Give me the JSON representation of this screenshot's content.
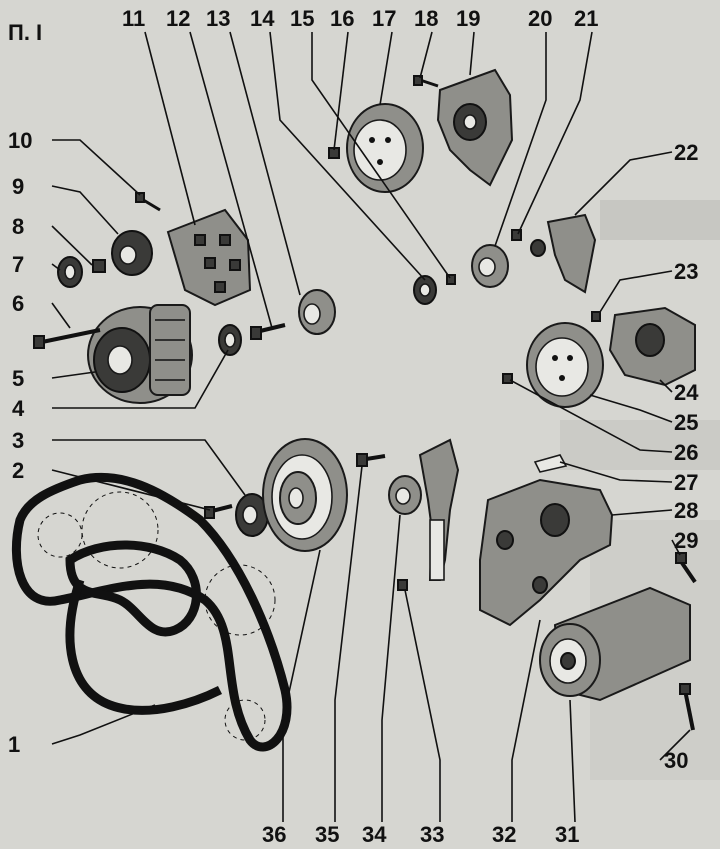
{
  "figure": {
    "corner_label": "П. I",
    "callouts": [
      {
        "id": "1",
        "text": "1"
      },
      {
        "id": "2",
        "text": "2"
      },
      {
        "id": "3",
        "text": "3"
      },
      {
        "id": "4",
        "text": "4"
      },
      {
        "id": "5",
        "text": "5"
      },
      {
        "id": "6",
        "text": "6"
      },
      {
        "id": "7",
        "text": "7"
      },
      {
        "id": "8",
        "text": "8"
      },
      {
        "id": "9",
        "text": "9"
      },
      {
        "id": "10",
        "text": "10"
      },
      {
        "id": "11",
        "text": "11"
      },
      {
        "id": "12",
        "text": "12"
      },
      {
        "id": "13",
        "text": "13"
      },
      {
        "id": "14",
        "text": "14"
      },
      {
        "id": "15",
        "text": "15"
      },
      {
        "id": "16",
        "text": "16"
      },
      {
        "id": "17",
        "text": "17"
      },
      {
        "id": "18",
        "text": "18"
      },
      {
        "id": "19",
        "text": "19"
      },
      {
        "id": "20",
        "text": "20"
      },
      {
        "id": "21",
        "text": "21"
      },
      {
        "id": "22",
        "text": "22"
      },
      {
        "id": "23",
        "text": "23"
      },
      {
        "id": "24",
        "text": "24"
      },
      {
        "id": "25",
        "text": "25"
      },
      {
        "id": "26",
        "text": "26"
      },
      {
        "id": "27",
        "text": "27"
      },
      {
        "id": "28",
        "text": "28"
      },
      {
        "id": "29",
        "text": "29"
      },
      {
        "id": "30",
        "text": "30"
      },
      {
        "id": "31",
        "text": "31"
      },
      {
        "id": "32",
        "text": "32"
      },
      {
        "id": "33",
        "text": "33"
      },
      {
        "id": "34",
        "text": "34"
      },
      {
        "id": "35",
        "text": "35"
      },
      {
        "id": "36",
        "text": "36"
      }
    ]
  }
}
